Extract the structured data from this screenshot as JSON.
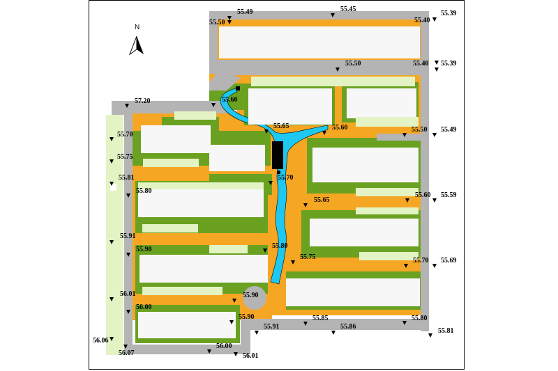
{
  "map": {
    "north_label": "N",
    "colors": {
      "road": "#b4b4b4",
      "path": "#f5a623",
      "green": "#6aa121",
      "light_green": "#e3f3c4",
      "building": "#f7f7f7",
      "water": "#1ec8f0",
      "frame": "#000000"
    },
    "elevation_points": [
      {
        "label": "55.49"
      },
      {
        "label": "55.45"
      },
      {
        "label": "55.40"
      },
      {
        "label": "55.39"
      },
      {
        "label": "55.50"
      },
      {
        "label": "55.50"
      },
      {
        "label": "55.40"
      },
      {
        "label": "55.39"
      },
      {
        "label": "57.20"
      },
      {
        "label": "55.60"
      },
      {
        "label": "55.65"
      },
      {
        "label": "55.60"
      },
      {
        "label": "55.50"
      },
      {
        "label": "55.49"
      },
      {
        "label": "55.70"
      },
      {
        "label": "55.75"
      },
      {
        "label": "55.81"
      },
      {
        "label": "55.70"
      },
      {
        "label": "55.80"
      },
      {
        "label": "55.65"
      },
      {
        "label": "55.60"
      },
      {
        "label": "55.59"
      },
      {
        "label": "55.91"
      },
      {
        "label": "55.90"
      },
      {
        "label": "55.80"
      },
      {
        "label": "55.75"
      },
      {
        "label": "55.70"
      },
      {
        "label": "55.69"
      },
      {
        "label": "56.01"
      },
      {
        "label": "56.00"
      },
      {
        "label": "55.90"
      },
      {
        "label": "55.90"
      },
      {
        "label": "55.91"
      },
      {
        "label": "55.85"
      },
      {
        "label": "55.86"
      },
      {
        "label": "55.80"
      },
      {
        "label": "55.81"
      },
      {
        "label": "56.06"
      },
      {
        "label": "56.07"
      },
      {
        "label": "56.00"
      },
      {
        "label": "56.01"
      }
    ]
  }
}
